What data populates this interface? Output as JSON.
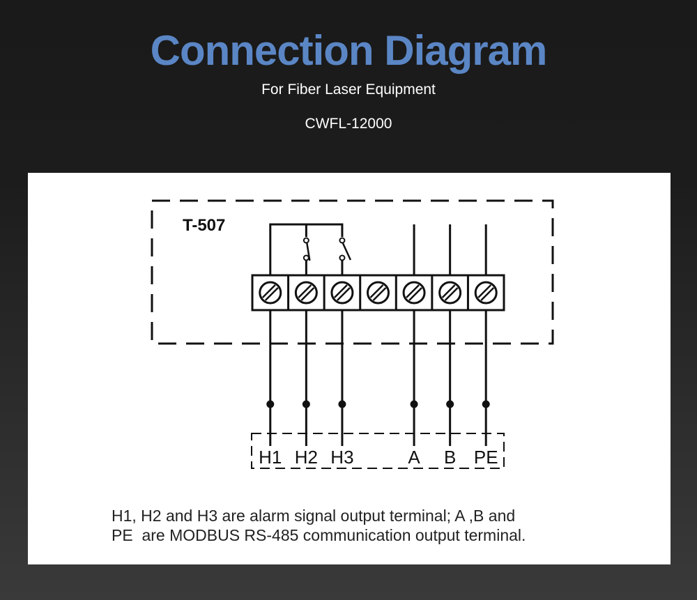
{
  "header": {
    "title": "Connection Diagram",
    "subtitle": "For Fiber Laser Equipment",
    "model": "CWFL-12000"
  },
  "diagram": {
    "device_label": "T-507",
    "terminal_count": 7,
    "outputs": [
      "H1",
      "H2",
      "H3",
      "A",
      "B",
      "PE"
    ],
    "note_line1": "H1, H2 and H3 are alarm signal output terminal; A ,B and",
    "note_line2": "PE  are MODBUS RS-485 communication output terminal."
  },
  "colors": {
    "title": "#5b86c5",
    "line": "#111111"
  }
}
